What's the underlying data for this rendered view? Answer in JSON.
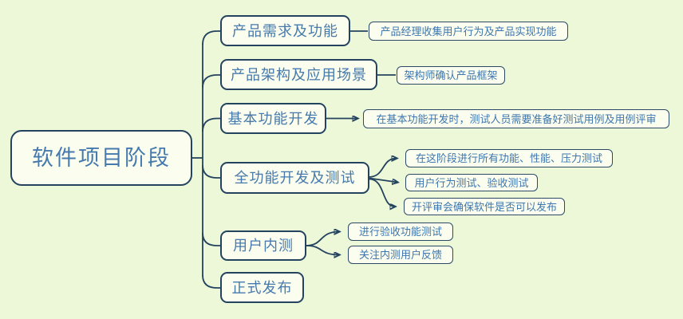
{
  "diagram": {
    "type": "mindmap",
    "direction": "right"
  },
  "colors": {
    "background": "#ecf8d8",
    "node_fill": "#fbfeef",
    "border": "#24435f",
    "node_text": "#4679ac",
    "connector": "#24435f"
  },
  "root": {
    "label": "软件项目阶段"
  },
  "branches": [
    {
      "label": "产品需求及功能",
      "children": [
        {
          "label": "产品经理收集用户行为及产品实现功能"
        }
      ]
    },
    {
      "label": "产品架构及应用场景",
      "children": [
        {
          "label": "架构师确认产品框架"
        }
      ]
    },
    {
      "label": "基本功能开发",
      "children": [
        {
          "label": "在基本功能开发时，测试人员需要准备好测试用例及用例评审"
        }
      ]
    },
    {
      "label": "全功能开发及测试",
      "children": [
        {
          "label": "在这阶段进行所有功能、性能、压力测试"
        },
        {
          "label": "用户行为测试、验收测试"
        },
        {
          "label": "开评审会确保软件是否可以发布"
        }
      ]
    },
    {
      "label": "用户内测",
      "children": [
        {
          "label": "进行验收功能测试"
        },
        {
          "label": "关注内测用户反馈"
        }
      ]
    },
    {
      "label": "正式发布",
      "children": []
    }
  ]
}
